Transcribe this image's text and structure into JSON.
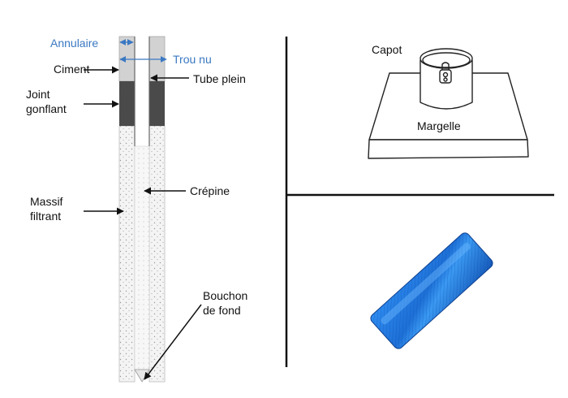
{
  "colors": {
    "annotation_blue": "#3a78c2",
    "cement_gray": "#d2d2d2",
    "seal_dark": "#4a4a4a",
    "gravel_fill": "#f1f1f1",
    "screen_blue": "#1e7de0"
  },
  "well_diagram": {
    "annulaire": "Annulaire",
    "trou_nu": "Trou nu",
    "ciment": "Ciment",
    "tube_plein": "Tube plein",
    "joint_line1": "Joint",
    "joint_line2": "gonflant",
    "crepine": "Crépine",
    "massif_line1": "Massif",
    "massif_line2": "filtrant",
    "bouchon_line1": "Bouchon",
    "bouchon_line2": "de fond"
  },
  "wellhead_sketch": {
    "capot": "Capot",
    "margelle": "Margelle",
    "icons": [
      "padlock-icon"
    ]
  },
  "screen_photo": {
    "description_icon": "slotted-screen-pipe-icon"
  }
}
